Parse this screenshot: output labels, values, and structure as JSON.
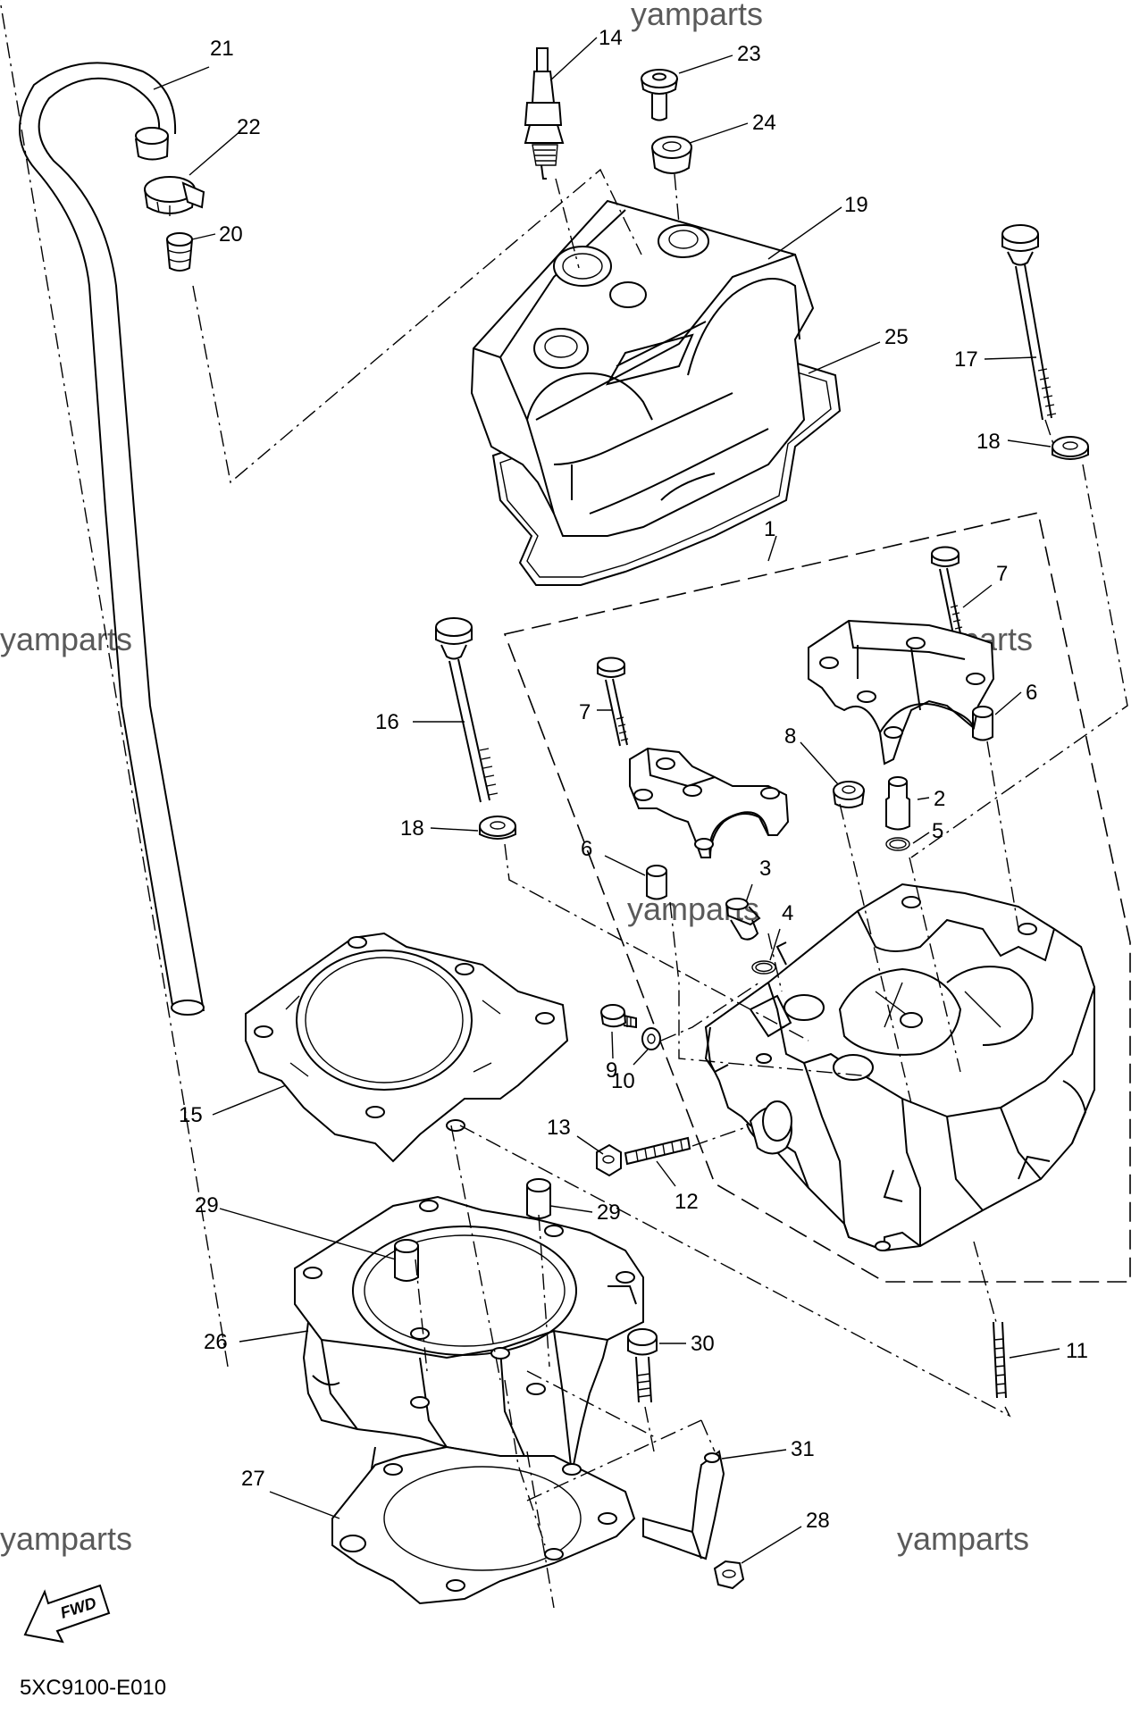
{
  "diagram": {
    "watermark": "yamparts",
    "drawing_code": "5XC9100-E010",
    "fwd_label": "FWD",
    "callouts": {
      "c1": "1",
      "c2": "2",
      "c3": "3",
      "c4": "4",
      "c5": "5",
      "c6a": "6",
      "c6b": "6",
      "c7a": "7",
      "c7b": "7",
      "c8": "8",
      "c9": "9",
      "c10": "10",
      "c11": "11",
      "c12": "12",
      "c13": "13",
      "c14": "14",
      "c15": "15",
      "c16": "16",
      "c17": "17",
      "c18a": "18",
      "c18b": "18",
      "c19": "19",
      "c20": "20",
      "c21": "21",
      "c22": "22",
      "c23": "23",
      "c24": "24",
      "c25": "25",
      "c26": "26",
      "c27": "27",
      "c28": "28",
      "c29a": "29",
      "c29b": "29",
      "c30": "30",
      "c31": "31"
    }
  }
}
